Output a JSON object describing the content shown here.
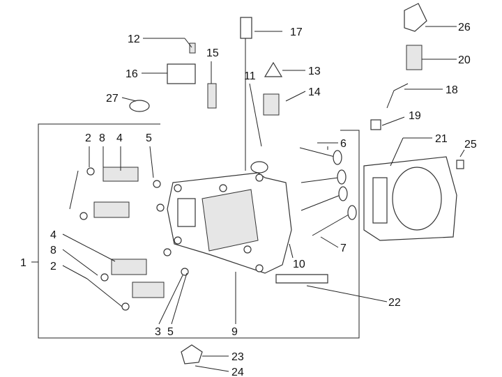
{
  "diagram": {
    "type": "exploded parts diagram",
    "labels": [
      "12",
      "16",
      "27",
      "15",
      "11",
      "17",
      "13",
      "14",
      "26",
      "20",
      "18",
      "19",
      "21",
      "25",
      "6",
      "7",
      "10",
      "22",
      "23",
      "24",
      "9",
      "3",
      "5",
      "1",
      "2",
      "8",
      "4",
      "5",
      "4",
      "8",
      "2"
    ]
  }
}
